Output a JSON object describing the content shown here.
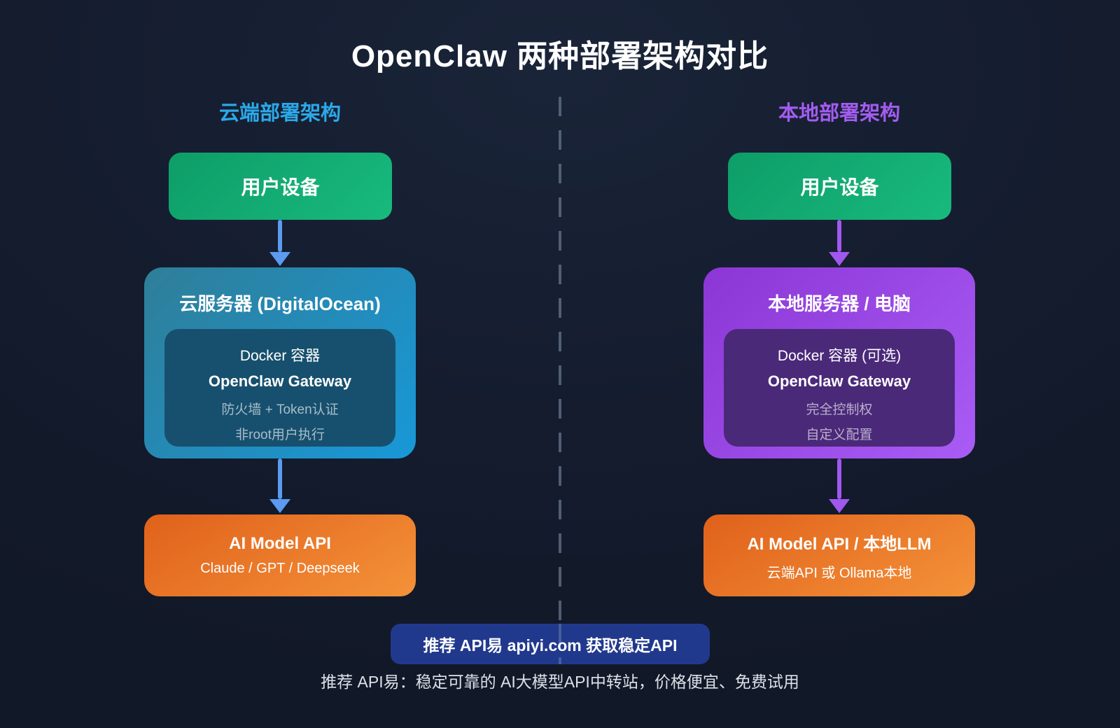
{
  "title": "OpenClaw 两种部署架构对比",
  "columns": {
    "cloud": {
      "header": "云端部署架构",
      "device": "用户设备",
      "server_title": "云服务器 (DigitalOcean)",
      "docker_line1": "Docker 容器",
      "docker_line2": "OpenClaw Gateway",
      "docker_note1": "防火墙 + Token认证",
      "docker_note2": "非root用户执行",
      "api_title": "AI Model API",
      "api_subtitle": "Claude / GPT / Deepseek"
    },
    "local": {
      "header": "本地部署架构",
      "device": "用户设备",
      "server_title": "本地服务器 / 电脑",
      "docker_line1": "Docker 容器 (可选)",
      "docker_line2": "OpenClaw Gateway",
      "docker_note1": "完全控制权",
      "docker_note2": "自定义配置",
      "api_title": "AI Model API / 本地LLM",
      "api_subtitle": "云端API 或 Ollama本地"
    }
  },
  "footer": {
    "pill": "推荐 API易 apiyi.com 获取稳定API",
    "caption": "推荐 API易：稳定可靠的 AI大模型API中转站，价格便宜、免费试用"
  },
  "colors": {
    "background": "#141C2E",
    "cloud_accent": "#2BA9E8",
    "local_accent": "#A35CF0",
    "device_green": "#14B27A",
    "cloud_server_blue": "#1898D8",
    "cloud_inner": "#17506E",
    "local_server_purple": "#9D4CEA",
    "local_inner": "#4A2979",
    "api_orange": "#EE7A28",
    "arrow_cloud": "#5B9BF0",
    "arrow_local": "#A158EE",
    "pill_blue": "#21398C",
    "divider_gray": "#5B6A80"
  }
}
